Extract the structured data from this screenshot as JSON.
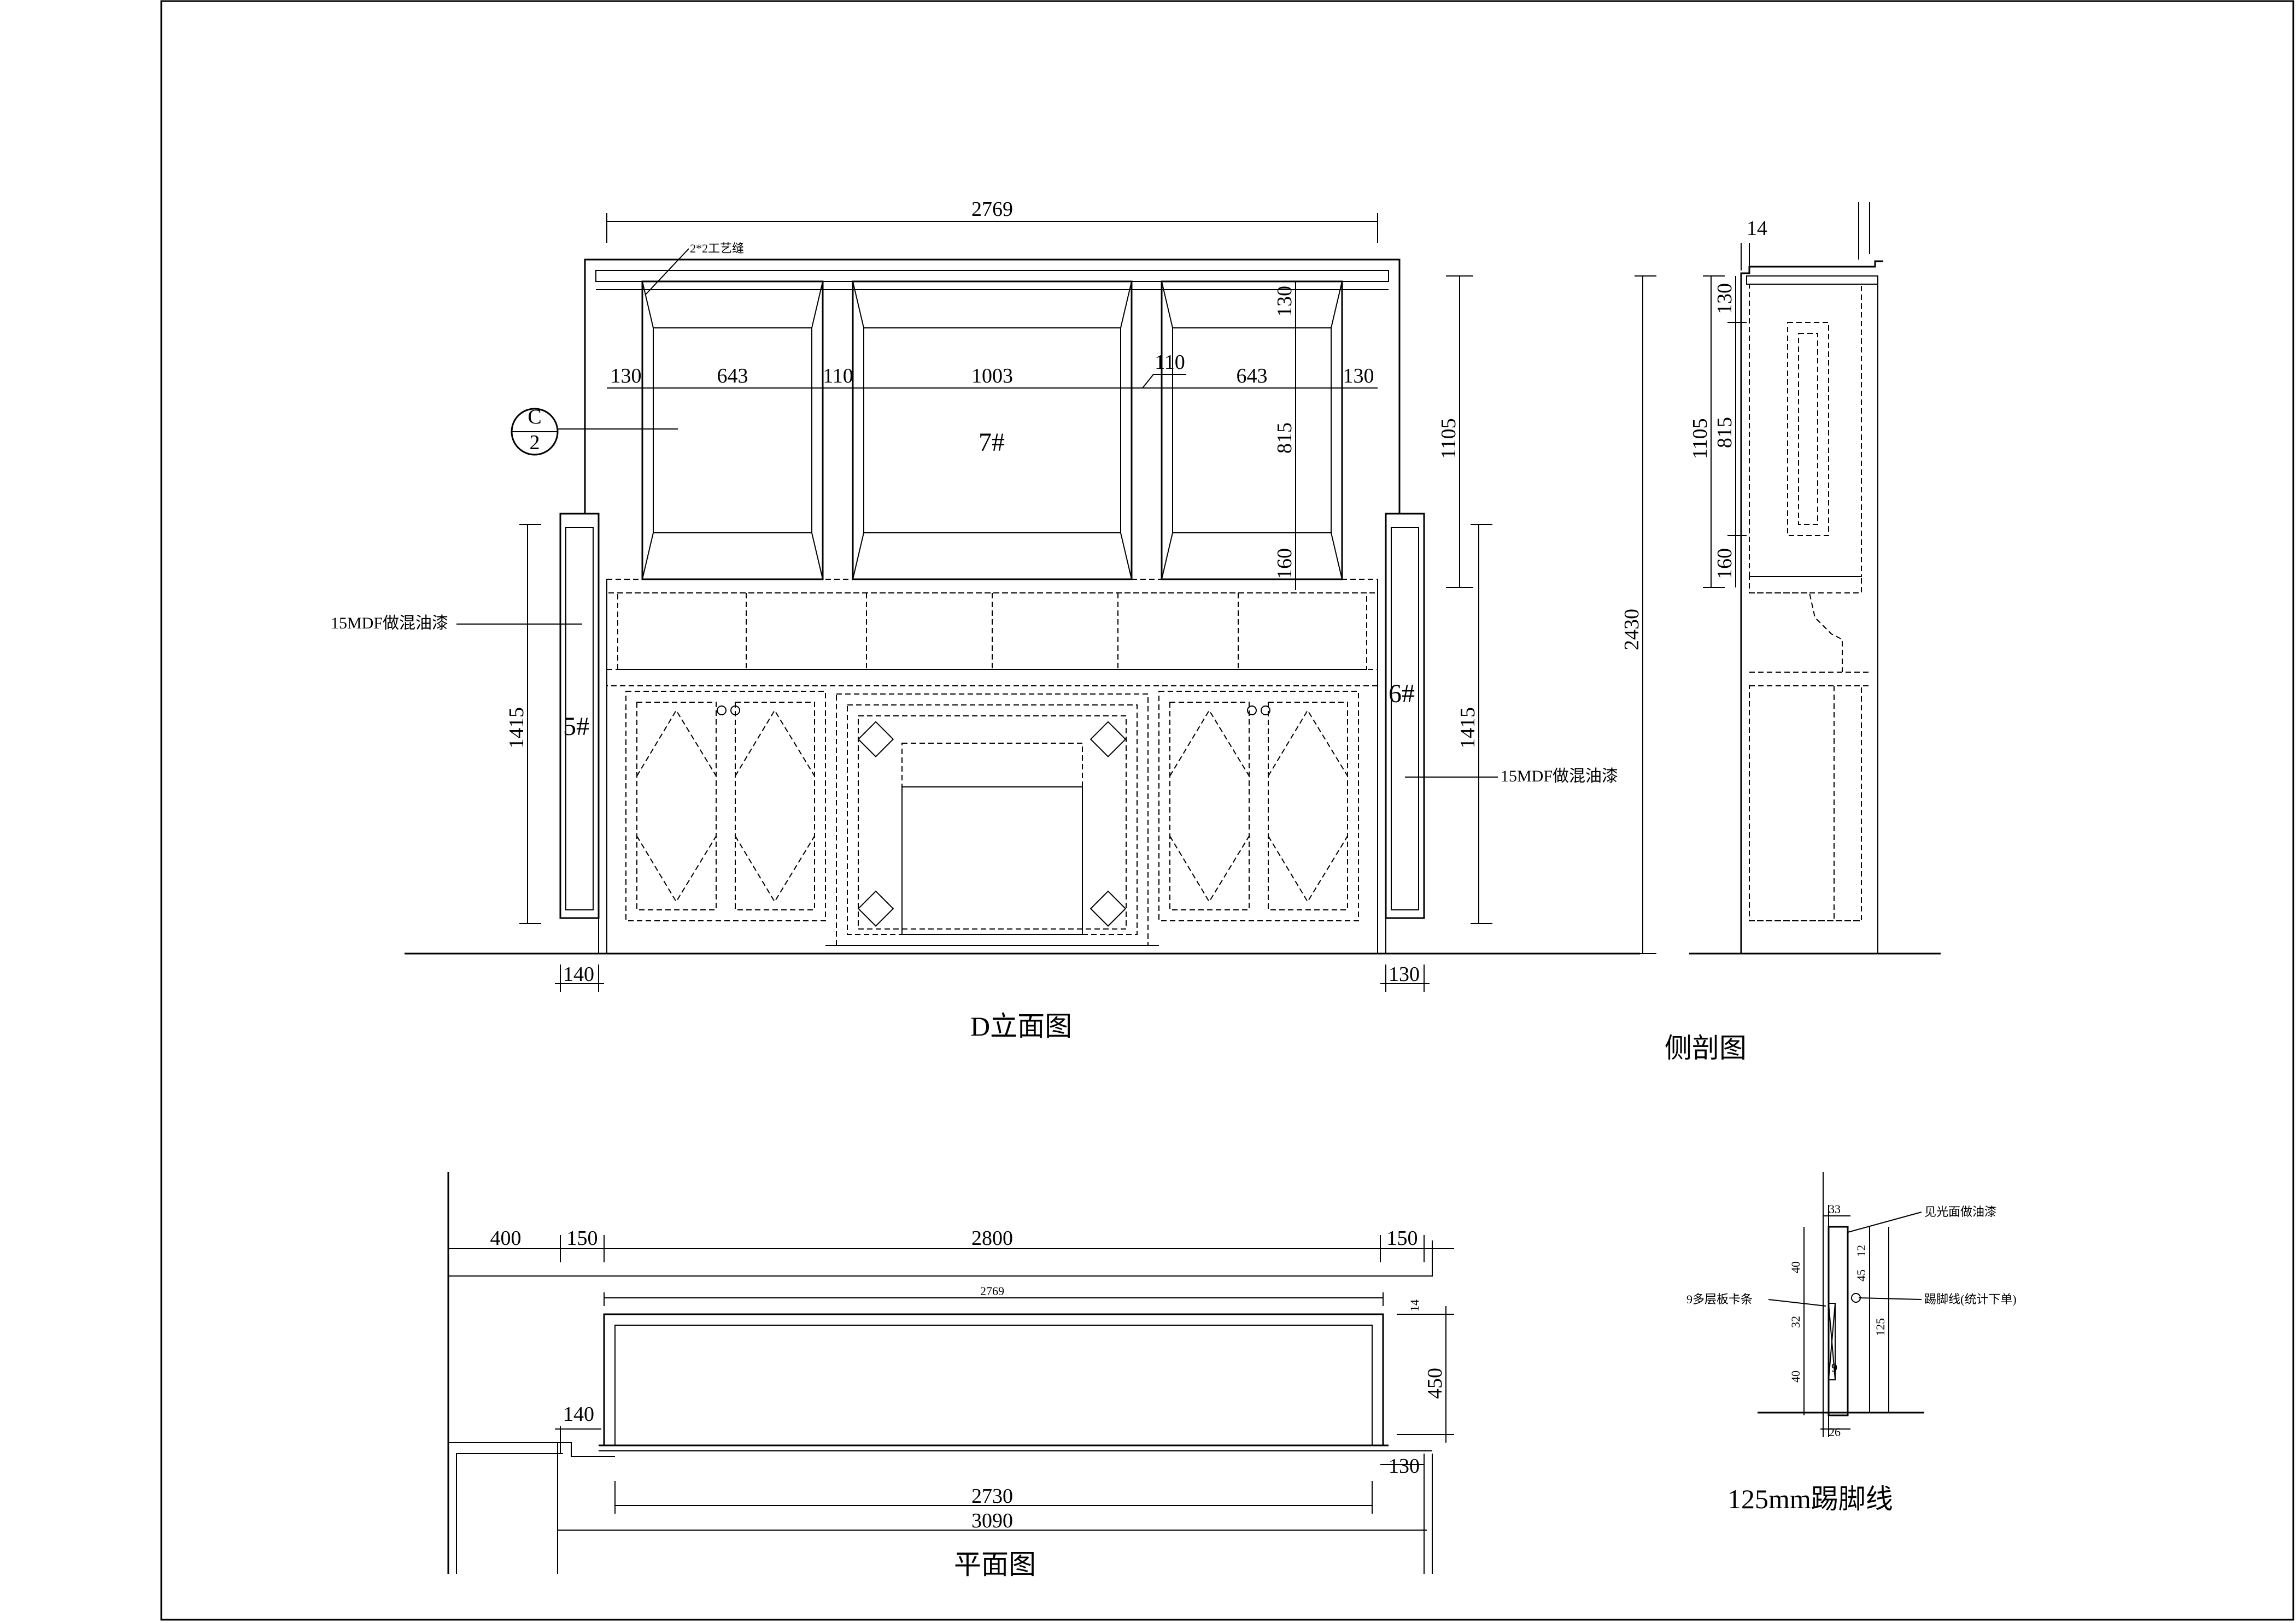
{
  "titles": {
    "elevation": "D立面图",
    "section": "侧剖图",
    "plan": "平面图",
    "skirting": "125mm踢脚线"
  },
  "elevation": {
    "top_width": "2769",
    "craft_seam": "2*2工艺缝",
    "row_dims": [
      "130",
      "643",
      "110",
      "1003",
      "110",
      "643",
      "130"
    ],
    "v_dims_upper": [
      "130",
      "815",
      "160"
    ],
    "v_total_upper": "1105",
    "v_left": "1415",
    "v_right": "1415",
    "bottom_left": "140",
    "bottom_right": "130",
    "cabinet_labels": [
      "7#",
      "5#",
      "6#"
    ],
    "section_marker_top": "C",
    "section_marker_bottom": "2",
    "note_left": "15MDF做混油漆",
    "note_right": "15MDF做混油漆"
  },
  "section": {
    "top_dim": "14",
    "v_dims": [
      "130",
      "815",
      "160"
    ],
    "v_upper": "1105",
    "v_total": "2430"
  },
  "plan": {
    "top_dims": [
      "400",
      "150",
      "2800",
      "150"
    ],
    "inner_width": "2769",
    "right_small": "14",
    "depth": "450",
    "left_small": "140",
    "right_bottom": "130",
    "inner_bottom": "2730",
    "overall": "3090"
  },
  "skirting": {
    "top": "33",
    "note_top": "见光面做油漆",
    "note_mid": "踢脚线(统计下单)",
    "note_left": "9多层板卡条",
    "left_dims": [
      "40",
      "32",
      "40"
    ],
    "right_dims": [
      "12",
      "45",
      "125"
    ],
    "small": "9",
    "bottom": "26"
  }
}
